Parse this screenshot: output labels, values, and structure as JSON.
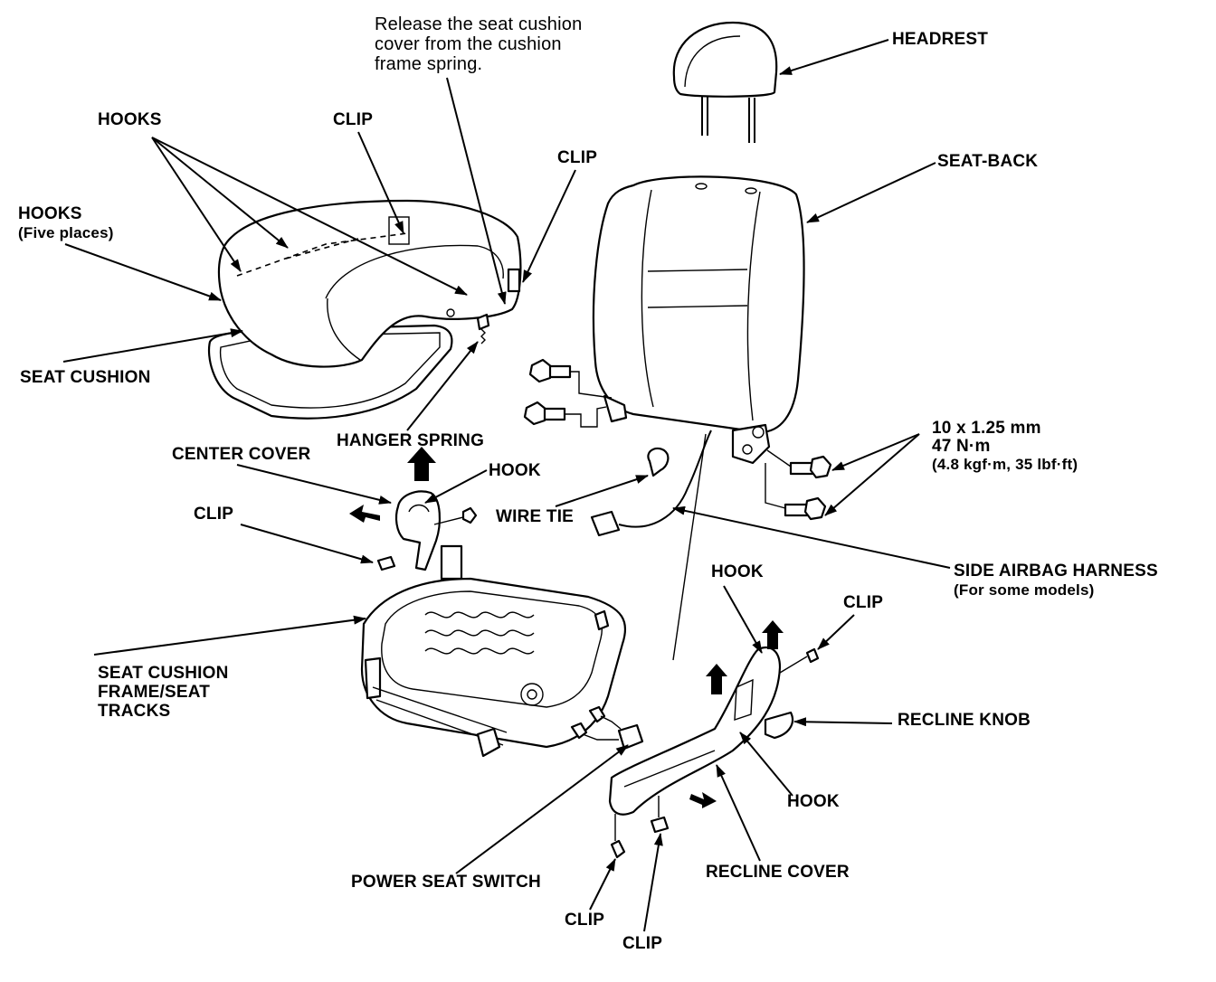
{
  "note": [
    "Release the seat cushion",
    "cover from the cushion",
    "frame spring."
  ],
  "labels": {
    "headrest": "HEADREST",
    "seat_back": "SEAT-BACK",
    "hooks_top": "HOOKS",
    "clip_top_left": "CLIP",
    "clip_top_right": "CLIP",
    "hooks_side": "HOOKS",
    "hooks_side_sub": "(Five places)",
    "seat_cushion": "SEAT CUSHION",
    "hanger_spring": "HANGER SPRING",
    "center_cover": "CENTER COVER",
    "hook_center": "HOOK",
    "clip_center": "CLIP",
    "wire_tie": "WIRE TIE",
    "bolt_spec": [
      "10 x 1.25 mm",
      "47 N·m",
      "(4.8 kgf·m, 35 lbf·ft)"
    ],
    "side_airbag_harness": "SIDE AIRBAG HARNESS",
    "side_airbag_harness_sub": "(For some models)",
    "hook_recline_top": "HOOK",
    "clip_recline_top": "CLIP",
    "frame_tracks": [
      "SEAT CUSHION",
      "FRAME/SEAT",
      "TRACKS"
    ],
    "recline_knob": "RECLINE KNOB",
    "hook_recline_bottom": "HOOK",
    "recline_cover": "RECLINE COVER",
    "power_seat_switch": "POWER SEAT SWITCH",
    "clip_bottom_left": "CLIP",
    "clip_bottom_right": "CLIP"
  }
}
